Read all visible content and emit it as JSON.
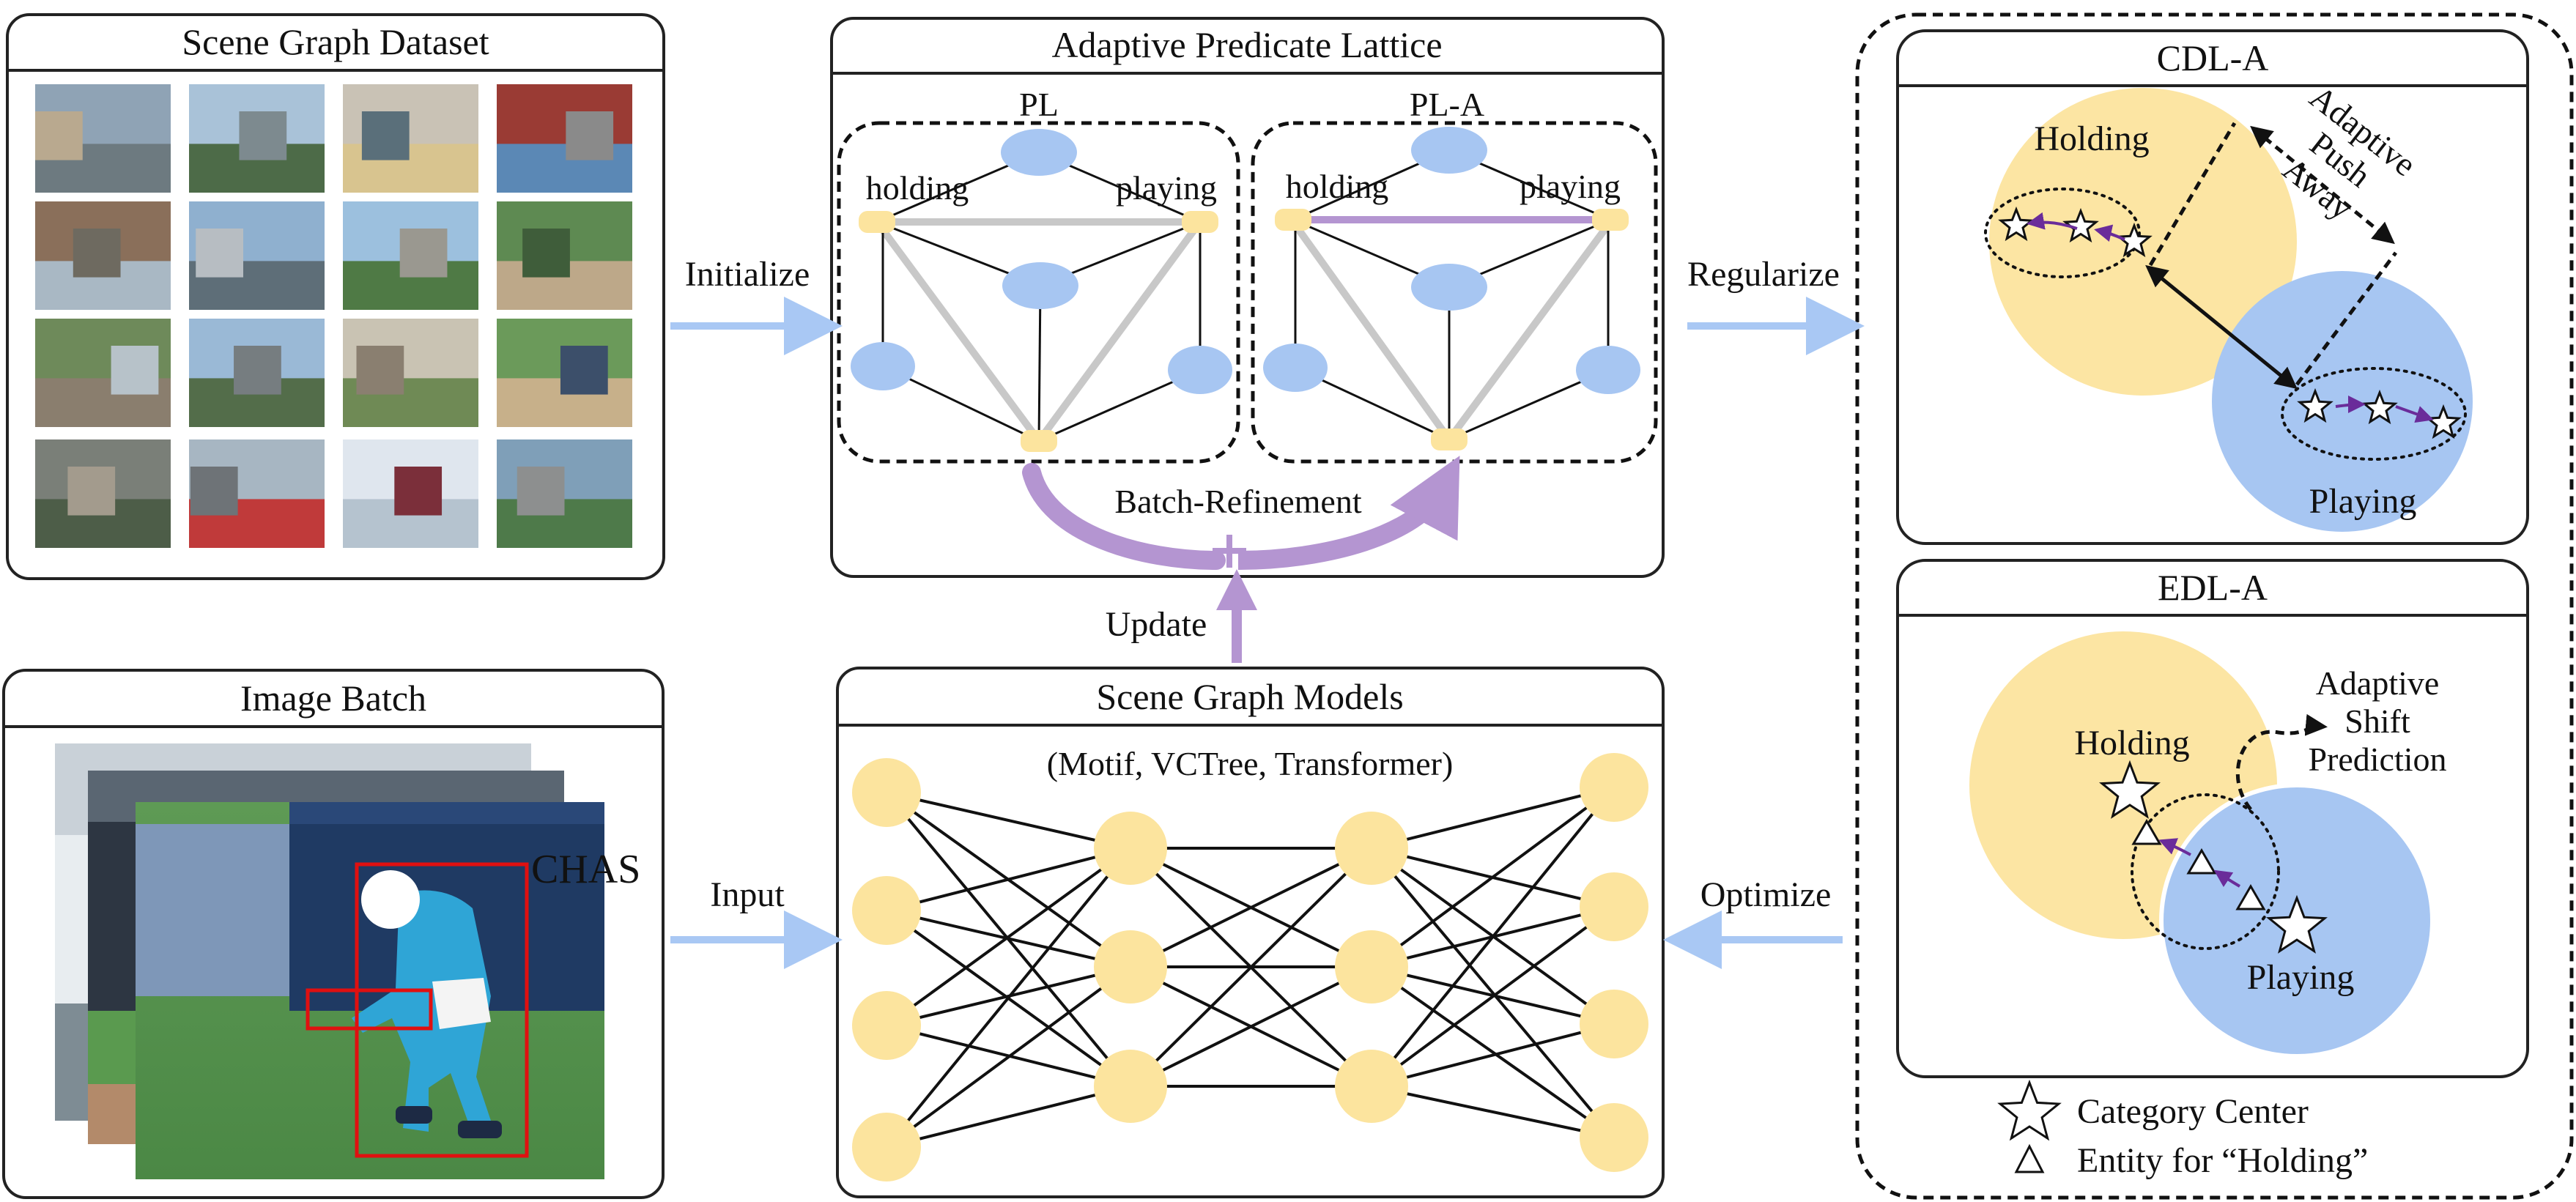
{
  "panels": {
    "dataset_title": "Scene Graph Dataset",
    "batch_title": "Image Batch",
    "lattice_title": "Adaptive Predicate Lattice",
    "models_title": "Scene Graph Models",
    "models_subtitle": "(Motif, VCTree, Transformer)",
    "cdl_title": "CDL-A",
    "edl_title": "EDL-A"
  },
  "lattice": {
    "pl_label": "PL",
    "pla_label": "PL-A",
    "holding": "holding",
    "playing": "playing",
    "batch_refinement": "Batch-Refinement"
  },
  "arrows": {
    "initialize": "Initialize",
    "regularize": "Regularize",
    "input": "Input",
    "optimize": "Optimize",
    "update": "Update"
  },
  "cdl": {
    "holding": "Holding",
    "playing": "Playing",
    "push_1": "Adaptive",
    "push_2": "Push",
    "push_3": "Away"
  },
  "edl": {
    "holding": "Holding",
    "playing": "Playing",
    "shift_1": "Adaptive",
    "shift_2": "Shift",
    "shift_3": "Prediction"
  },
  "legend": {
    "center": "Category Center",
    "entity": "Entity for “Holding”"
  },
  "colors": {
    "yellow": "#FCE5A3",
    "blue": "#A7C6F2",
    "node_yellow": "#FCE49E",
    "arrow_blue": "#A9C8F4",
    "purple": "#7B3FA6",
    "light_purple": "#B495D1",
    "gray_edge": "#C8C8C8",
    "red_box": "#E01010"
  }
}
